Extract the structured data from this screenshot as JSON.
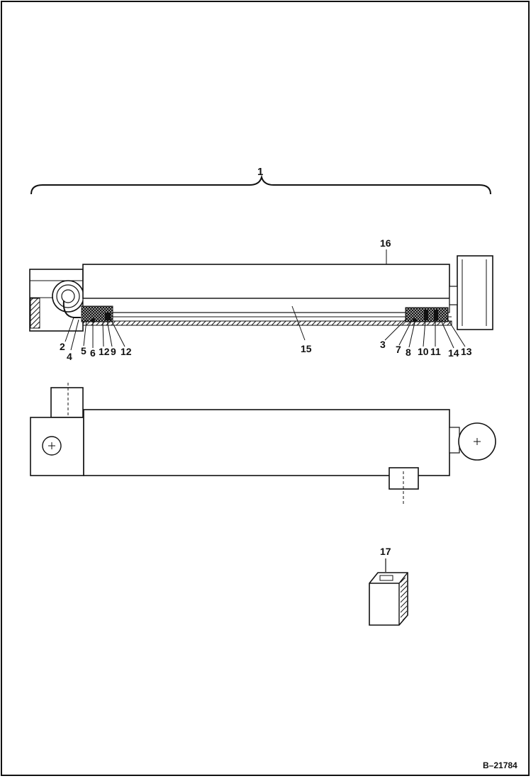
{
  "diagram": {
    "assembly_label": "1",
    "reference": "B–21784",
    "callouts": {
      "c2": "2",
      "c4": "4",
      "c5": "5",
      "c6": "6",
      "c12a": "12",
      "c9": "9",
      "c12b": "12",
      "c3": "3",
      "c7": "7",
      "c8": "8",
      "c10": "10",
      "c11": "11",
      "c14": "14",
      "c13": "13",
      "c15": "15",
      "c16": "16",
      "c17": "17"
    }
  }
}
